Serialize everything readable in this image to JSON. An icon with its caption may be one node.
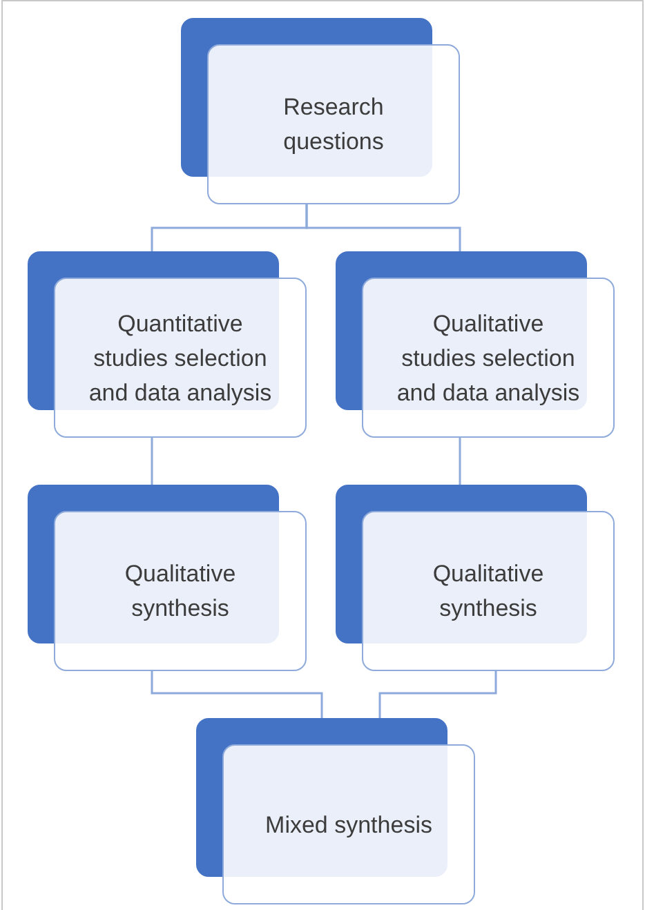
{
  "diagram": {
    "nodes": [
      {
        "text": [
          "Research questions"
        ]
      },
      {
        "text": [
          "Quantitative studies selection and data analysis"
        ]
      },
      {
        "text": [
          "Qualitative studies selection and data analysis"
        ]
      },
      {
        "text": [
          "Qualitative synthesis"
        ]
      },
      {
        "text": [
          "Qualitative synthesis"
        ]
      },
      {
        "text": [
          "Mixed synthesis"
        ]
      }
    ],
    "edges": [
      {
        "from": 0,
        "to": 1,
        "arrow": "none"
      },
      {
        "from": 0,
        "to": 2,
        "arrow": "none"
      },
      {
        "from": 1,
        "to": 3,
        "arrow": "none"
      },
      {
        "from": 2,
        "to": 4,
        "arrow": "none"
      },
      {
        "from": 3,
        "to": 5,
        "arrow": "none"
      },
      {
        "from": 4,
        "to": 5,
        "arrow": "none"
      }
    ]
  }
}
